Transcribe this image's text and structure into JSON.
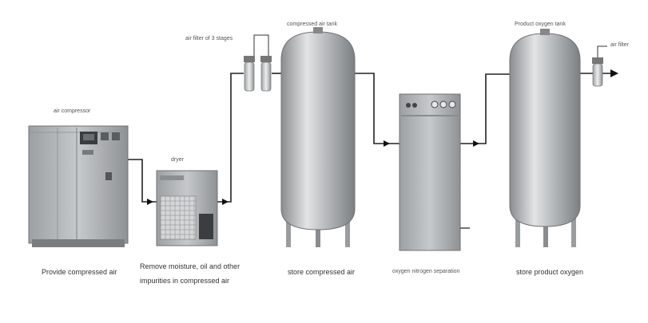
{
  "labels": {
    "compressor_tag": "air compressor",
    "dryer_tag": "dryer",
    "filters_tag": "air filter of 3 stages",
    "air_tank_tag": "compressed air tank",
    "oxygen_tank_tag": "Product oxygen tank",
    "outlet_filter_tag": "air filter"
  },
  "captions": {
    "compressor": "Provide compressed air",
    "dryer_line1": "Remove moisture, oil and other",
    "dryer_line2": "impurities in compressed air",
    "air_tank": "store compressed air",
    "generator": "oxygen nitrogen separation",
    "oxygen_tank": "store product oxygen"
  },
  "colors": {
    "steel_dark": "#8e9193",
    "steel_light": "#dfe1e2",
    "pipe": "#222222",
    "cabinet": "#a7aaac"
  }
}
